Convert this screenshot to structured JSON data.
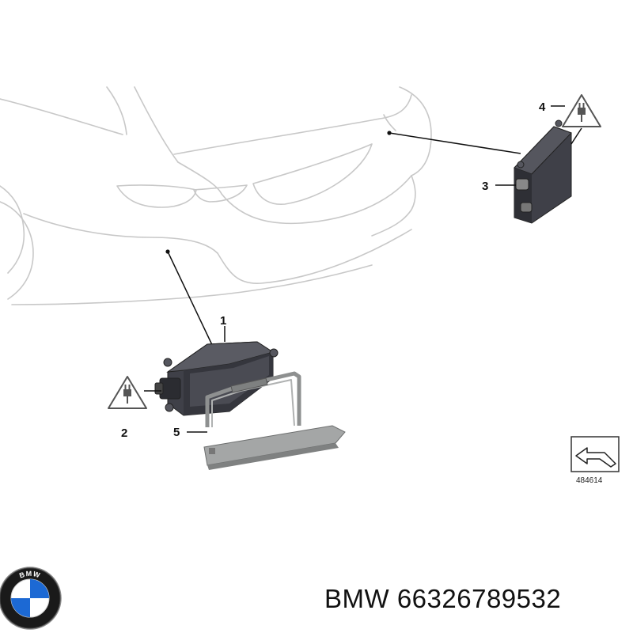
{
  "callouts": {
    "c1": "1",
    "c2": "2",
    "c3": "3",
    "c4": "4",
    "c5": "5"
  },
  "reference_number": "484614",
  "caption": {
    "brand": "BMW",
    "part_number": "66326789532"
  },
  "logo": {
    "lettering": "BMW",
    "blue": "#1c69d4",
    "ring": "#1a1a1a"
  },
  "icons": {
    "warning_plug": "warning-triangle-plug-icon",
    "view_arrow": "view-direction-arrow-icon"
  },
  "colors": {
    "outline": "#c8c8c8",
    "module_dark": "#3f4048",
    "bracket": "#8e9090",
    "leader": "#111111"
  }
}
